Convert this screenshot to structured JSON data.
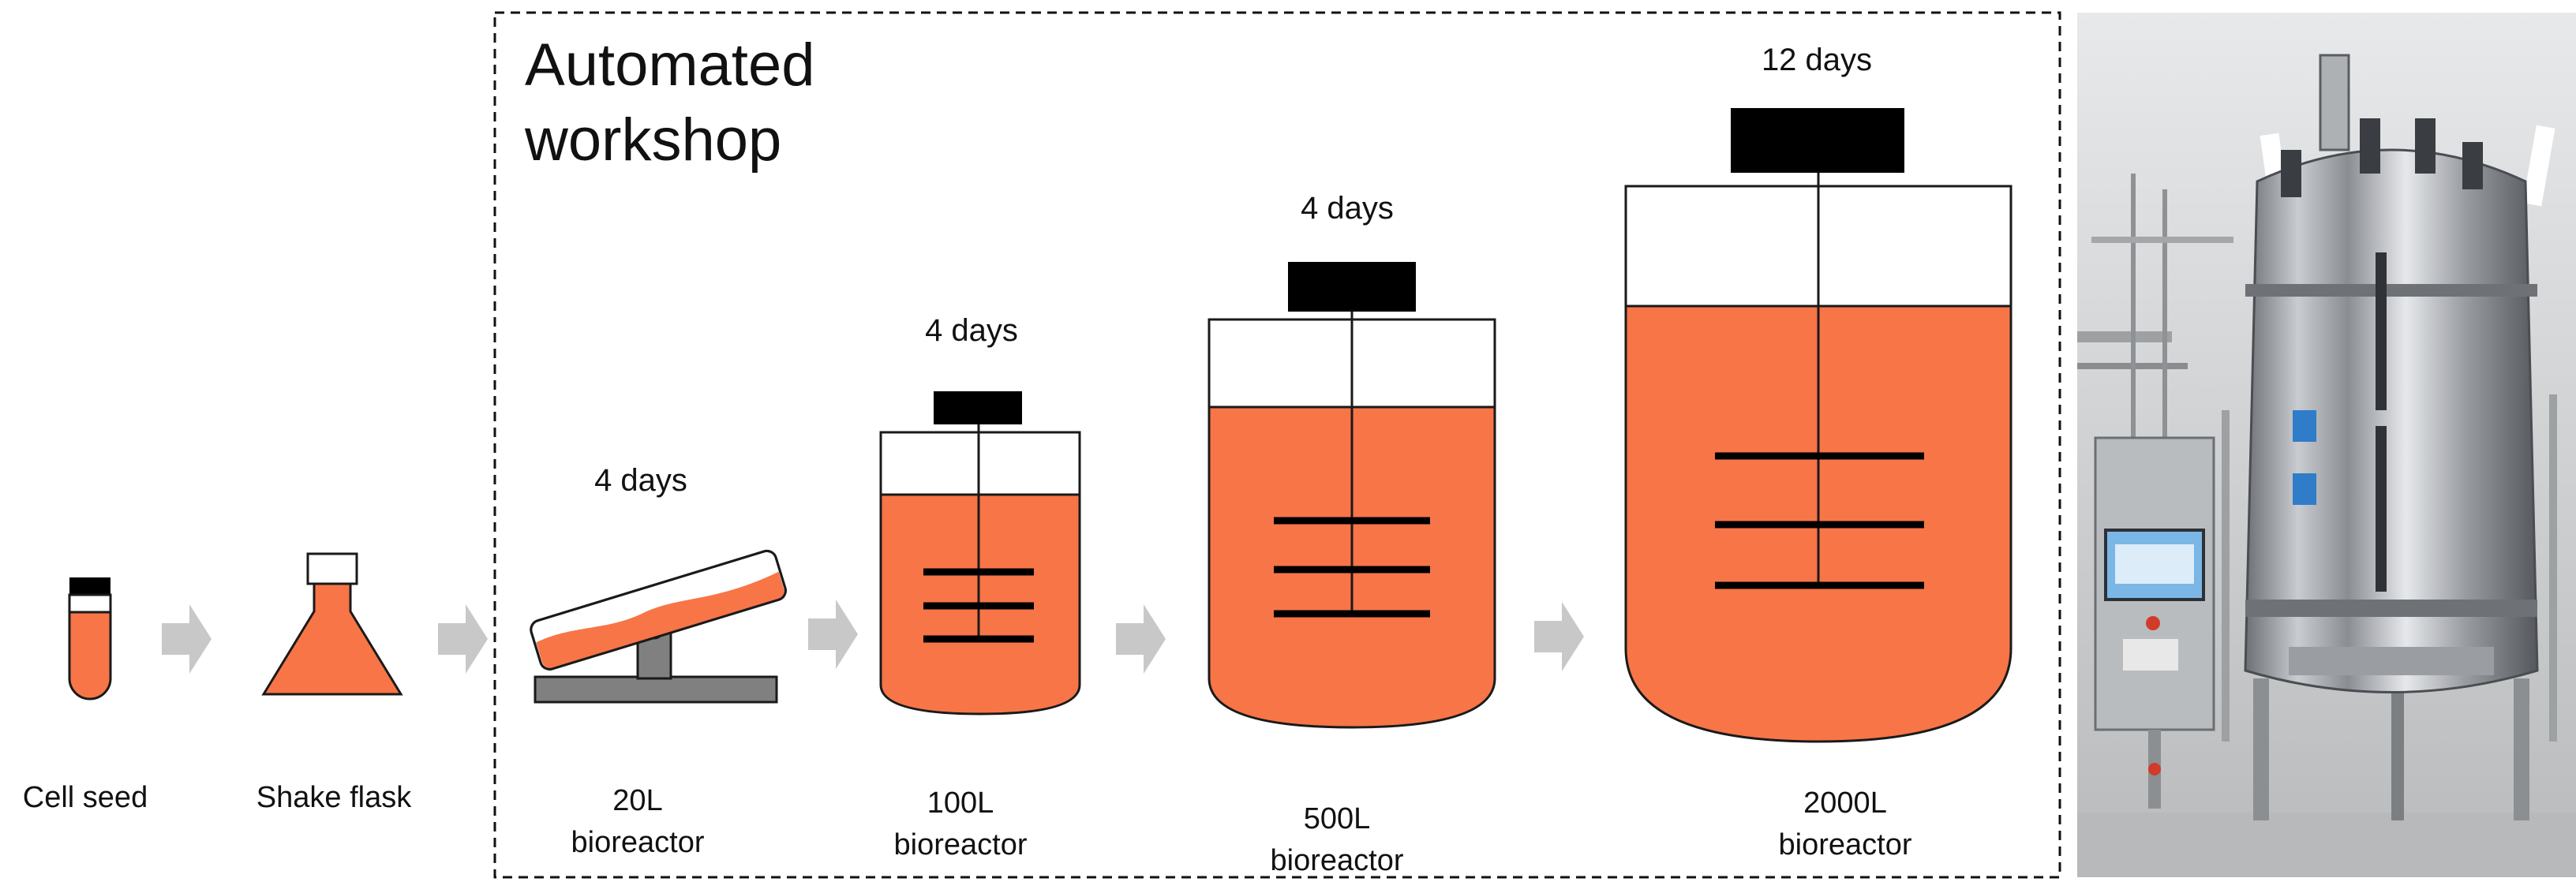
{
  "workshop_title": {
    "line1": "Automated",
    "line2": "workshop"
  },
  "stages": {
    "cell_seed": {
      "label": "Cell seed"
    },
    "shake_flask": {
      "label": "Shake flask"
    },
    "reactor_20l": {
      "duration": "4 days",
      "volume": "20L",
      "type": "bioreactor"
    },
    "reactor_100l": {
      "duration": "4 days",
      "volume": "100L",
      "type": "bioreactor"
    },
    "reactor_500l": {
      "duration": "4 days",
      "volume": "500L",
      "type": "bioreactor"
    },
    "reactor_2000l": {
      "duration": "12 days",
      "volume": "2000L",
      "type": "bioreactor"
    }
  },
  "colors": {
    "culture": "#F77547",
    "lid": "#000000",
    "outline": "#1a1a1a",
    "arrow": "#C8C8C8",
    "stand": "#808080"
  },
  "icons": [
    "test-tube-icon",
    "erlenmeyer-flask-icon",
    "rocking-bag-icon",
    "bioreactor-icon",
    "arrow-right-icon",
    "bioreactor-photo"
  ]
}
